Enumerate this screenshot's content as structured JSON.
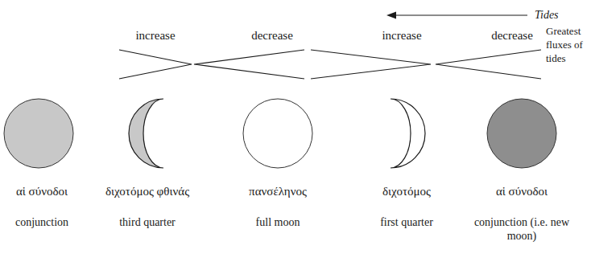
{
  "diagram": {
    "nodes": [
      {
        "text": [
          "αἱ σύνοδοι",
          "conjunction"
        ]
      },
      {
        "text": [
          "διχοτόμος φθινάς",
          "third quarter"
        ]
      },
      {
        "text": [
          "πανσέληνος",
          "full moon"
        ]
      },
      {
        "text": [
          "διχοτόμος",
          "first quarter"
        ]
      },
      {
        "text": [
          "αἱ σύνοδοι",
          "conjunction (i.e. new moon)"
        ]
      }
    ],
    "labels": [
      "Tides",
      "increase",
      "decrease",
      "increase",
      "decrease",
      "Greatest fluxes of tides"
    ]
  }
}
